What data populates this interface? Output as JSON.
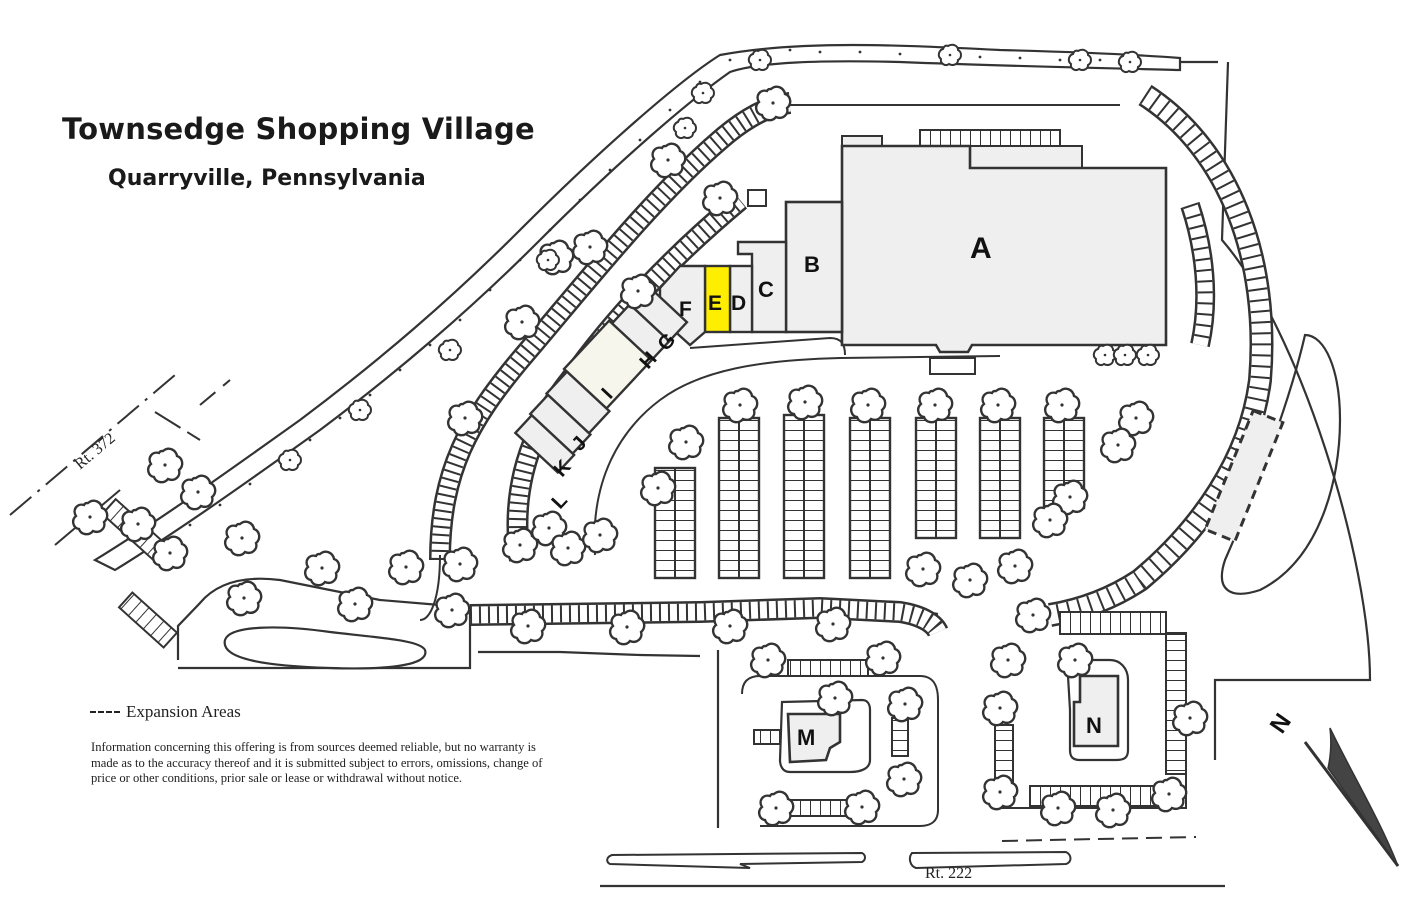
{
  "header": {
    "title": "Townsedge Shopping Village",
    "subtitle": "Quarryville, Pennsylvania"
  },
  "legend": {
    "expansion_label": "Expansion Areas"
  },
  "disclaimer": "Information concerning this offering is from sources deemed reliable, but no warranty is made as to the accuracy thereof and it is submitted subject to errors, omissions, change of price or other conditions, prior sale or lease or withdrawal without notice.",
  "roads": {
    "rt372": "Rt. 372",
    "rt222": "Rt. 222"
  },
  "compass": {
    "north_label": "N"
  },
  "colors": {
    "highlight": "#ffee00",
    "building_fill": "#efefef",
    "unit_i_fill": "#f6f6ec",
    "line": "#333333"
  },
  "units": [
    {
      "id": "A",
      "label": "A",
      "highlighted": false
    },
    {
      "id": "B",
      "label": "B",
      "highlighted": false
    },
    {
      "id": "C",
      "label": "C",
      "highlighted": false
    },
    {
      "id": "D",
      "label": "D",
      "highlighted": false
    },
    {
      "id": "E",
      "label": "E",
      "highlighted": true
    },
    {
      "id": "F",
      "label": "F",
      "highlighted": false
    },
    {
      "id": "G",
      "label": "G",
      "highlighted": false
    },
    {
      "id": "H",
      "label": "H",
      "highlighted": false
    },
    {
      "id": "I",
      "label": "I",
      "highlighted": false
    },
    {
      "id": "J",
      "label": "J",
      "highlighted": false
    },
    {
      "id": "K",
      "label": "K",
      "highlighted": false
    },
    {
      "id": "L",
      "label": "L",
      "highlighted": false
    },
    {
      "id": "M",
      "label": "M",
      "highlighted": false
    },
    {
      "id": "N",
      "label": "N",
      "highlighted": false
    }
  ]
}
